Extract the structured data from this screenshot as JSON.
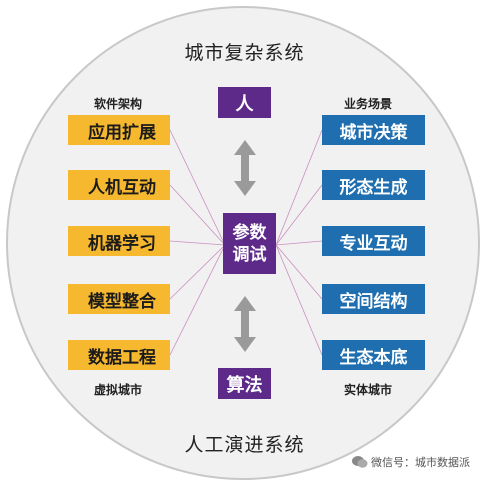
{
  "title_top": "城市复杂系统",
  "title_bottom": "人工演进系统",
  "left_header": "软件架构",
  "left_footer": "虚拟城市",
  "right_header": "业务场景",
  "right_footer": "实体城市",
  "left_items": [
    "应用扩展",
    "人机互动",
    "机器学习",
    "模型整合",
    "数据工程"
  ],
  "right_items": [
    "城市决策",
    "形态生成",
    "专业互动",
    "空间结构",
    "生态本底"
  ],
  "center": {
    "top": "人",
    "middle_line1": "参数",
    "middle_line2": "调试",
    "bottom": "算法"
  },
  "watermark": {
    "text": "微信号：城市数据派",
    "icon": "wechat-icon"
  },
  "colors": {
    "left": "#f5b82e",
    "right": "#1f6fb0",
    "center": "#5d2a8a",
    "circle": "#f1f1f1"
  }
}
